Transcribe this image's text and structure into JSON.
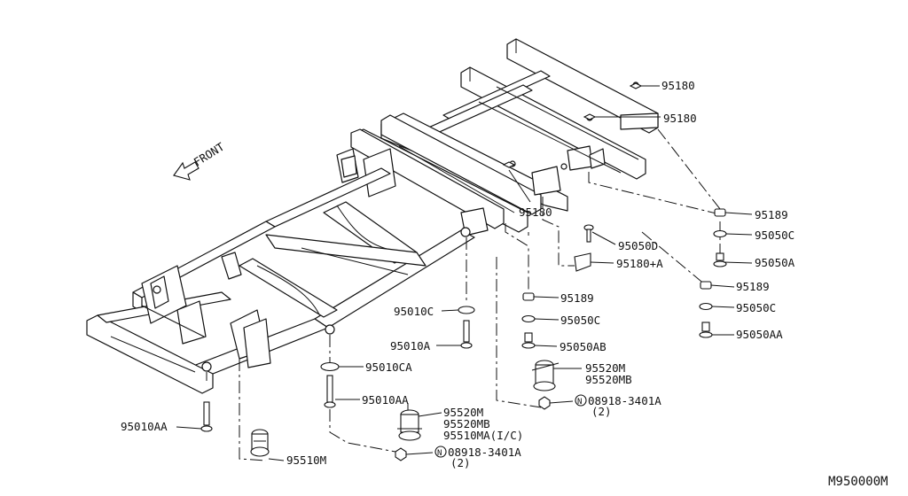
{
  "diagram_code": "M950000M",
  "front_label": "FRONT",
  "callouts": {
    "c95180_top": "95180",
    "c95180_mid": "95180",
    "c95180_low": "95180",
    "c95189_r1": "95189",
    "c95050C_r1": "95050C",
    "c95050A_r1": "95050A",
    "c95050D": "95050D",
    "c95180A": "95180+A",
    "c95189_c": "95189",
    "c95050C_c": "95050C",
    "c95050AB": "95050AB",
    "c95189_r2": "95189",
    "c95050C_r2": "95050C",
    "c95050AA": "95050AA",
    "c95010C": "95010C",
    "c95010A": "95010A",
    "c95010CA": "95010CA",
    "c95010AA_mid": "95010AA",
    "c95010AA_left": "95010AA",
    "c95510M": "95510M",
    "c95520M_a": "95520M",
    "c95520MB_a": "95520MB",
    "c95510MA": "95510MA(I/C)",
    "c08918_a": "08918-3401A",
    "c08918_a_qty": "(2)",
    "c95520M_b": "95520M",
    "c95520MB_b": "95520MB",
    "c08918_b": "08918-3401A",
    "c08918_b_qty": "(2)"
  },
  "symbols": {
    "nut_symbol": "N"
  }
}
